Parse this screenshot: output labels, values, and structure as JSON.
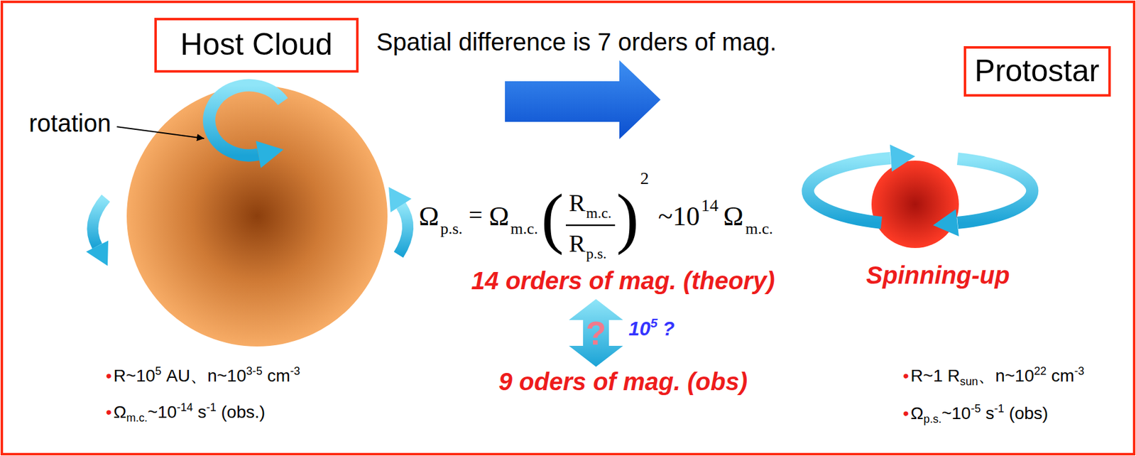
{
  "diagram": {
    "nodes": [
      {
        "text": [
          "Host Cloud"
        ]
      },
      {
        "text": [
          "Protostar"
        ]
      }
    ],
    "labels": [
      "Spatial difference is 7 orders of mag.",
      "rotation",
      "Ω",
      "p.s.",
      "=",
      "Ω",
      "m.c.",
      "(",
      "R",
      "m.c.",
      "R",
      "p.s.",
      ")",
      "2",
      "~10",
      "14",
      "Ω",
      "m.c.",
      "14 orders of mag. (theory)",
      "?",
      "10",
      "5",
      "?",
      "9 oders of mag. (obs)",
      "Spinning-up",
      "•",
      "R~10",
      "5",
      "AU、n~10",
      "3-5",
      "cm",
      "-3",
      "•",
      "Ω",
      "m.c.",
      "~10",
      "-14",
      "s",
      "-1",
      "(obs.)",
      "•",
      "R~1",
      "R",
      "sun",
      "、n~10",
      "22",
      "cm",
      "-3",
      "•",
      "Ω",
      "p.s.",
      "~10",
      "-5",
      "s",
      "-1",
      "(obs)"
    ]
  }
}
